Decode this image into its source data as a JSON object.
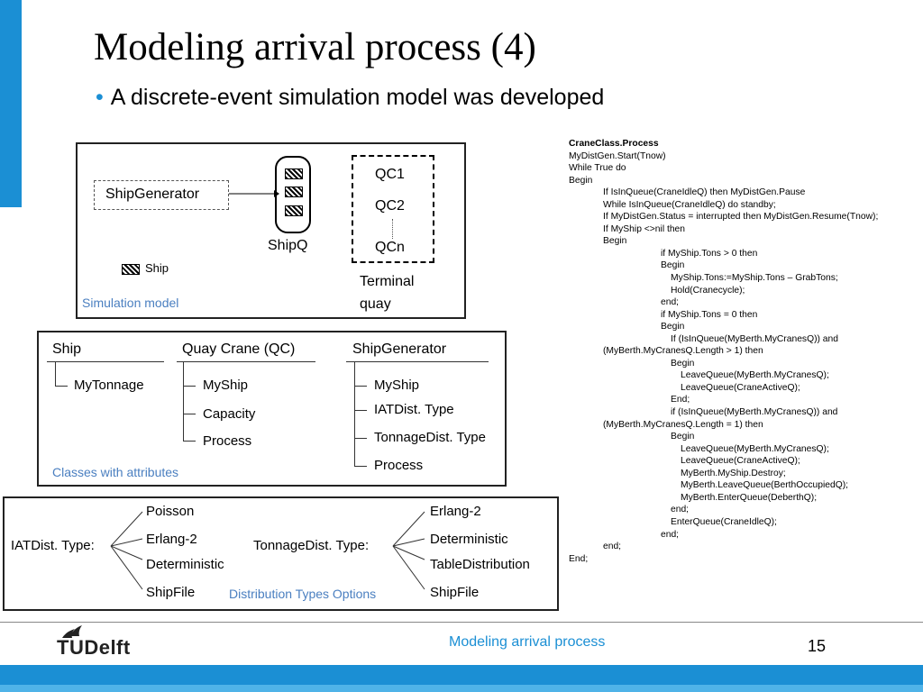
{
  "slide": {
    "title": "Modeling arrival process (4)",
    "bullet": "A discrete-event simulation model was developed"
  },
  "sim_model": {
    "ship_generator": "ShipGenerator",
    "shipq": "ShipQ",
    "qc1": "QC1",
    "qc2": "QC2",
    "qcn": "QCn",
    "terminal_quay": "Terminal quay",
    "ship_legend": "Ship",
    "caption": "Simulation model"
  },
  "classes": {
    "ship": {
      "header": "Ship",
      "attrs": [
        "MyTonnage"
      ]
    },
    "quay_crane": {
      "header": "Quay Crane (QC)",
      "attrs": [
        "MyShip",
        "Capacity",
        "Process"
      ]
    },
    "ship_generator": {
      "header": "ShipGenerator",
      "attrs": [
        "MyShip",
        "IATDist. Type",
        "TonnageDist. Type",
        "Process"
      ]
    },
    "caption": "Classes with attributes"
  },
  "distributions": {
    "iat_label": "IATDist. Type:",
    "iat_options": [
      "Poisson",
      "Erlang-2",
      "Deterministic",
      "ShipFile"
    ],
    "tonnage_label": "TonnageDist. Type:",
    "tonnage_options": [
      "Erlang-2",
      "Deterministic",
      "TableDistribution",
      "ShipFile"
    ],
    "caption": "Distribution Types Options"
  },
  "code": {
    "lines": [
      "CraneClass.Process",
      "MyDistGen.Start(Tnow)",
      "While True do",
      "Begin",
      "If IsInQueue(CraneIdleQ) then MyDistGen.Pause",
      "While IsInQueue(CraneIdleQ) do standby;",
      "If MyDistGen.Status = interrupted then MyDistGen.Resume(Tnow);",
      "If MyShip <>nil then",
      "Begin",
      "if MyShip.Tons > 0 then",
      "Begin",
      "MyShip.Tons:=MyShip.Tons – GrabTons;",
      "Hold(Cranecycle);",
      "end;",
      "if MyShip.Tons = 0 then",
      "Begin",
      "If (IsInQueue(MyBerth.MyCranesQ)) and",
      "(MyBerth.MyCranesQ.Length > 1) then",
      "Begin",
      "LeaveQueue(MyBerth.MyCranesQ);",
      "LeaveQueue(CraneActiveQ);",
      "End;",
      "if (IsInQueue(MyBerth.MyCranesQ)) and",
      "(MyBerth.MyCranesQ.Length = 1) then",
      "Begin",
      "LeaveQueue(MyBerth.MyCranesQ);",
      "LeaveQueue(CraneActiveQ);",
      "MyBerth.MyShip.Destroy;",
      "MyBerth.LeaveQueue(BerthOccupiedQ);",
      "MyBerth.EnterQueue(DeberthQ);",
      "end;",
      "EnterQueue(CraneIdleQ);",
      "end;",
      "end;",
      "End;"
    ]
  },
  "footer": {
    "logo": "TUDelft",
    "title": "Modeling arrival process",
    "page": "15"
  }
}
